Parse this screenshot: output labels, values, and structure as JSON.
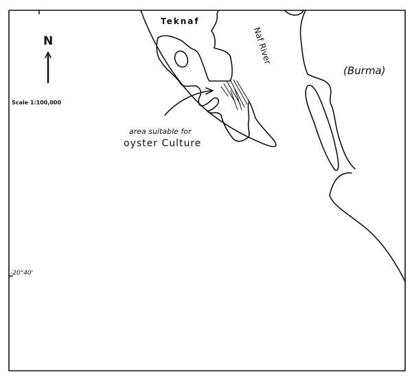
{
  "map": {
    "labels": {
      "town": "Teknaf",
      "river": "Naf River",
      "country": "(Burma)",
      "annotation_line1": "area suitable for",
      "annotation_line2": "oyster Culture",
      "scale": "Scale 1:100,000",
      "latitude": "-20°40'",
      "north": "N"
    },
    "icons": [
      "north-arrow-icon",
      "annotation-arrow-icon"
    ],
    "colors": {
      "ink": "#111111",
      "paper": "#ffffff"
    }
  }
}
